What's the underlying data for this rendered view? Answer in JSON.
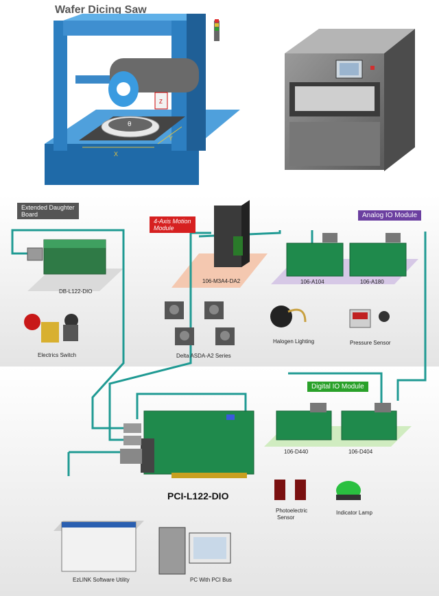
{
  "title": "Wafer Dicing Saw",
  "saw_labels": {
    "x": "X",
    "y": "Y",
    "z": "Z",
    "theta": "θ"
  },
  "tags": {
    "daughter": "Extended Daughter\nBoard",
    "motion": "4-Axis Motion\nModule",
    "analog": "Analog IO Module",
    "digital": "Digital IO Module"
  },
  "labels": {
    "db_board": "DB-L122-DIO",
    "switch": "Electrics Switch",
    "motion_driver": "106-M3A4-DA2",
    "servo": "Delta ASDA-A2 Series",
    "a104": "106-A104",
    "a180": "106-A180",
    "halogen": "Halogen Lighting",
    "pressure": "Pressure Sensor",
    "d440": "106-D440",
    "d404": "106-D404",
    "card": "PCI-L122-DIO",
    "photo1": "Photoelectric",
    "photo2": "Sensor",
    "lamp": "Indicator Lamp",
    "software": "EzLINK Software Utility",
    "pc": "PC With PCI Bus"
  },
  "colors": {
    "cable": "#1f9a93",
    "frame_blue": "#2d7fc1",
    "tag_gray": "#555555",
    "tag_red": "#d62020",
    "tag_purple": "#6b3fa0",
    "tag_green": "#2aa12a",
    "module_green": "#1f8a4c"
  }
}
